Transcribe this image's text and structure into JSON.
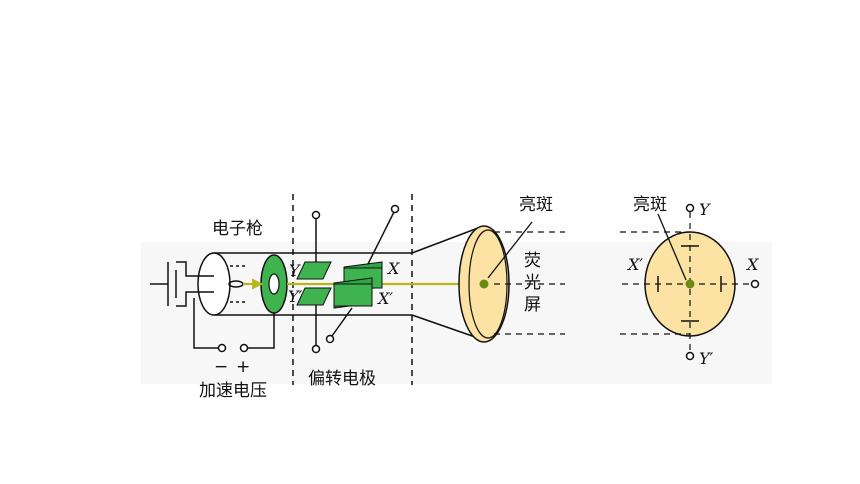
{
  "labels": {
    "gun": "电子枪",
    "accel_voltage": "加速电压",
    "minus": "−",
    "plus": "+",
    "deflect": "偏转电极",
    "spot": "亮斑",
    "screen_1": "荧",
    "screen_2": "光",
    "screen_3": "屏",
    "Y": "Y",
    "Yp": "Y′",
    "X": "X",
    "Xp": "X′",
    "spot_right": "亮斑",
    "rY": "Y",
    "rYp": "Y′",
    "rX": "X",
    "rXp": "X′"
  },
  "colors": {
    "plate_green": "#3fb34f",
    "screen_fill": "#fce3a4",
    "beam": "#b6b81a",
    "spot_dot": "#6c8a12",
    "line": "#111111"
  }
}
